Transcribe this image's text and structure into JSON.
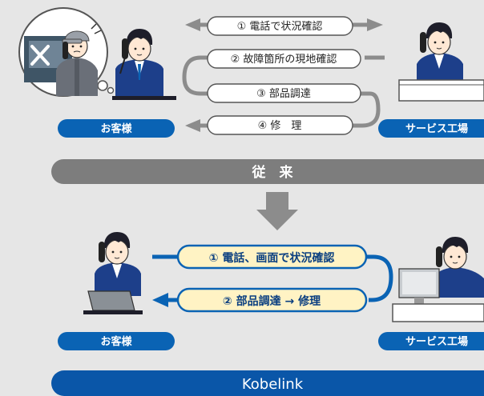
{
  "colors": {
    "background": "#e6e6e6",
    "legacy_bar": "#7d7d7d",
    "kobelink_bar": "#0a56a8",
    "label_pill": "#0a63b4",
    "flow_gray": "#8c8c8c",
    "flow_blue": "#0a63b4",
    "step_fill_new": "#fff3c4",
    "skin": "#ffe8d4",
    "hair": "#1e1e2a",
    "suit": "#1d3f8a"
  },
  "icons": [
    "customer-character-icon",
    "factory-staff-character-icon",
    "technician-character-icon",
    "monitor-icon",
    "laptop-icon",
    "desk-icon",
    "broken-machine-icon"
  ],
  "legacy": {
    "steps": [
      "① 電話で状況確認",
      "② 故障箇所の現地確認",
      "③ 部品調達",
      "④ 修　理"
    ],
    "customer_label": "お客様",
    "factory_label": "サービス工場",
    "bar_label": "従　来"
  },
  "kobelink": {
    "steps": [
      "① 電話、画面で状況確認",
      "② 部品調達 → 修理"
    ],
    "customer_label": "お客様",
    "factory_label": "サービス工場",
    "bar_label": "Kobelink"
  }
}
